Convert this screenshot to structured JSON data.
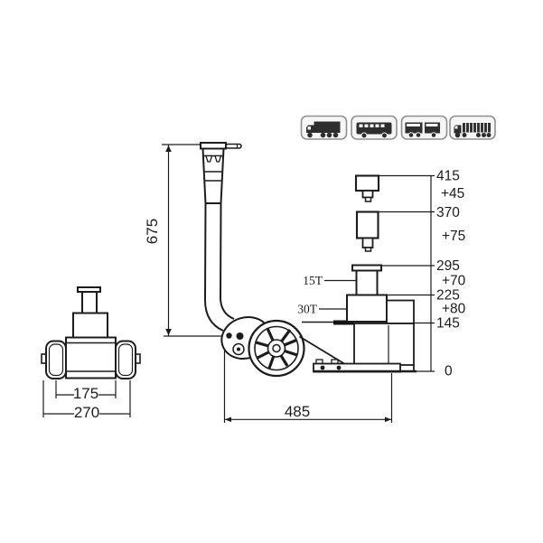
{
  "diagram_type": "air-hydraulic-jack-dimension-drawing",
  "colors": {
    "line": "#1c1c1c",
    "badge_border": "#8f8f8f",
    "badge_fill": "#f6f6f6",
    "vehicle_glyph": "#2e2e2e"
  },
  "dimensions": {
    "handle_height": "675",
    "chassis_length": "485",
    "saddle_track": "175",
    "overall_width": "270"
  },
  "capacity": {
    "stage1": "15T",
    "stage2": "30T"
  },
  "height_scale": {
    "levels": [
      {
        "value": "415"
      },
      {
        "value": "370"
      },
      {
        "value": "295"
      },
      {
        "value": "225"
      },
      {
        "value": "145"
      },
      {
        "value": "0"
      }
    ],
    "increments": [
      {
        "value": "+45"
      },
      {
        "value": "+75"
      },
      {
        "value": "+70"
      },
      {
        "value": "+80"
      }
    ]
  },
  "vehicle_icons": [
    {
      "name": "box-truck-icon"
    },
    {
      "name": "bus-icon"
    },
    {
      "name": "road-train-icon"
    },
    {
      "name": "semi-trailer-icon"
    }
  ]
}
